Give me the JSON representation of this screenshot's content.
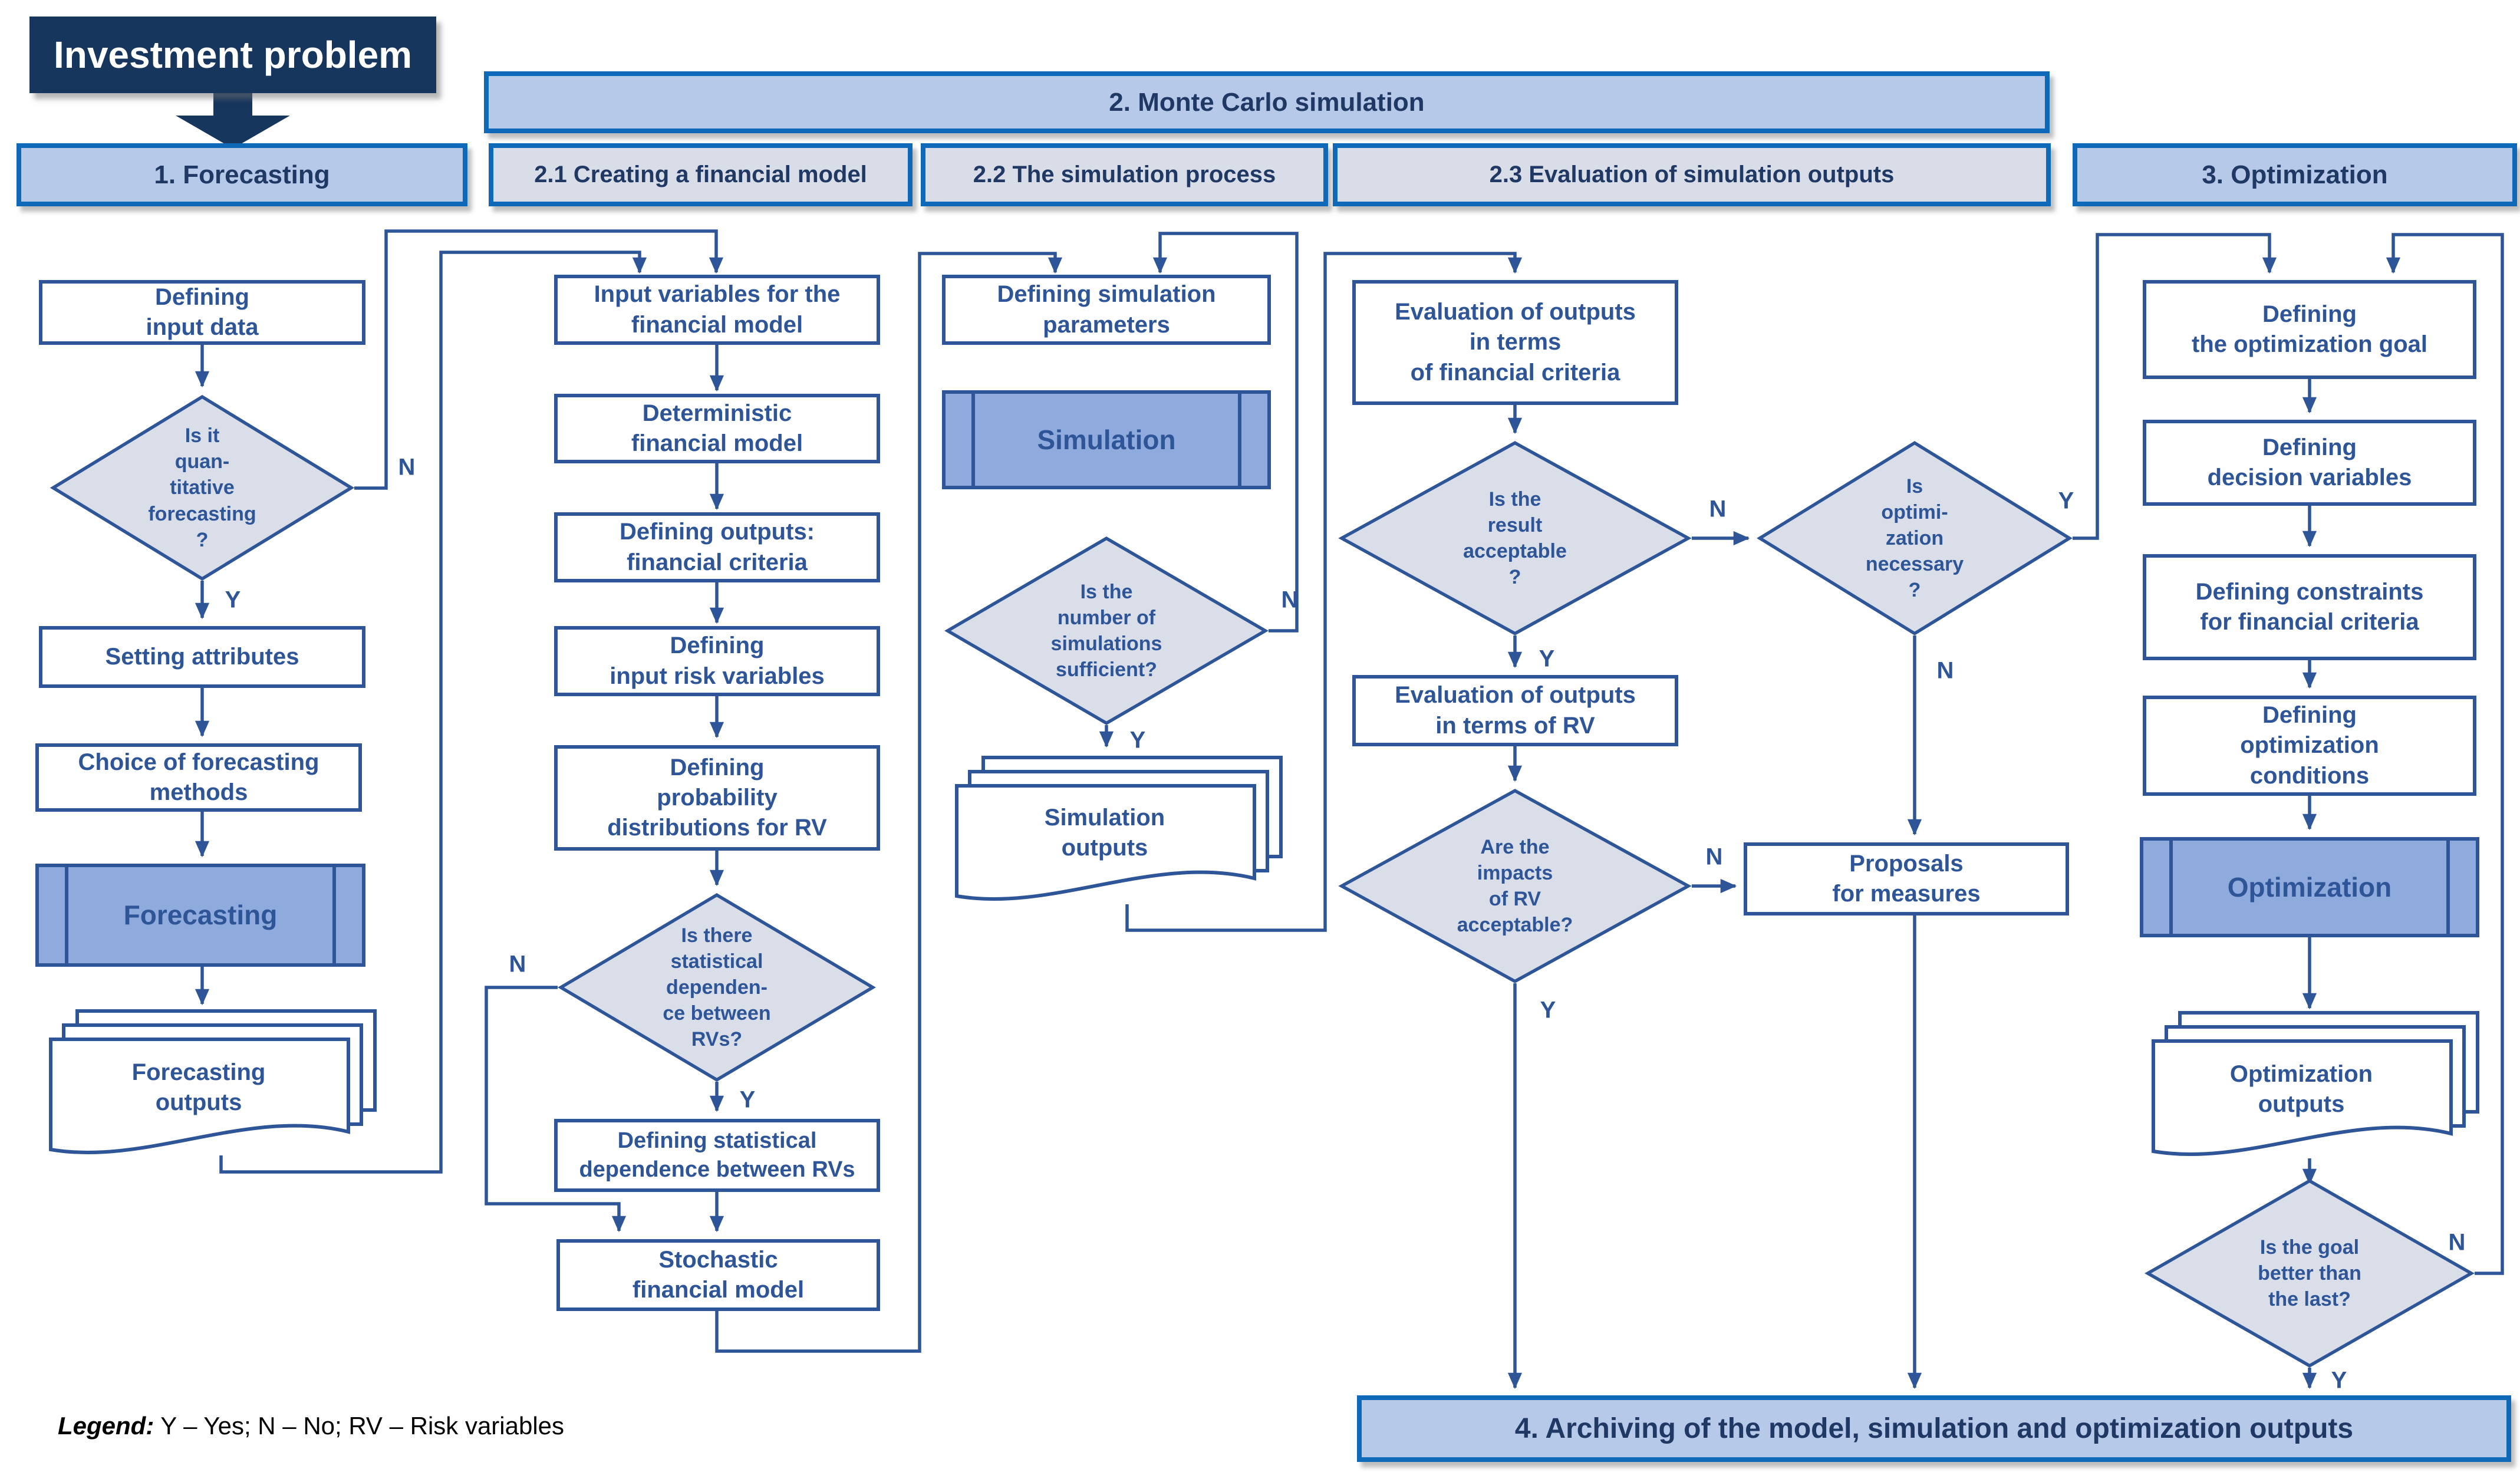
{
  "title": {
    "investment": "Investment problem"
  },
  "headers": {
    "h1": "1. Forecasting",
    "h2": "2. Monte Carlo simulation",
    "h21": "2.1 Creating a financial model",
    "h22": "2.2 The simulation process",
    "h23": "2.3 Evaluation of simulation outputs",
    "h3": "3. Optimization",
    "h4": "4. Archiving of the model, simulation and optimization outputs"
  },
  "nodes": {
    "defining_input_data": {
      "label": "Defining\ninput data",
      "type": "process"
    },
    "is_it_quantitative": {
      "label": "Is it\nquan-\ntitative\nforecasting\n?",
      "type": "decision"
    },
    "setting_attributes": {
      "label": "Setting attributes",
      "type": "process"
    },
    "choice_forecasting_methods": {
      "label": "Choice of forecasting\nmethods",
      "type": "process"
    },
    "forecasting": {
      "label": "Forecasting",
      "type": "subprocess"
    },
    "forecasting_outputs": {
      "label": "Forecasting\noutputs",
      "type": "document"
    },
    "input_variables": {
      "label": "Input variables for the\nfinancial model",
      "type": "process"
    },
    "deterministic_model": {
      "label": "Deterministic\nfinancial model",
      "type": "process"
    },
    "defining_outputs_criteria": {
      "label": "Defining outputs:\nfinancial criteria",
      "type": "process"
    },
    "defining_input_risk": {
      "label": "Defining\ninput risk variables",
      "type": "process"
    },
    "defining_prob_dist": {
      "label": "Defining\nprobability\ndistributions for RV",
      "type": "process"
    },
    "is_there_dependence": {
      "label": "Is there\nstatistical\ndependen-\nce between\nRVs?",
      "type": "decision"
    },
    "defining_stat_dependence": {
      "label": "Defining statistical\ndependence between RVs",
      "type": "process"
    },
    "stochastic_model": {
      "label": "Stochastic\nfinancial model",
      "type": "process"
    },
    "defining_sim_parameters": {
      "label": "Defining simulation\nparameters",
      "type": "process"
    },
    "simulation": {
      "label": "Simulation",
      "type": "subprocess"
    },
    "is_number_sufficient": {
      "label": "Is the\nnumber of\nsimulations\nsufficient?",
      "type": "decision"
    },
    "simulation_outputs": {
      "label": "Simulation\noutputs",
      "type": "document"
    },
    "eval_financial_criteria": {
      "label": "Evaluation of outputs\nin terms\nof financial criteria",
      "type": "process"
    },
    "is_result_acceptable": {
      "label": "Is the\nresult\nacceptable\n?",
      "type": "decision"
    },
    "eval_rv": {
      "label": "Evaluation of outputs\nin terms of RV",
      "type": "process"
    },
    "are_impacts_acceptable": {
      "label": "Are the\nimpacts\nof RV\nacceptable?",
      "type": "decision"
    },
    "is_optimization_necessary": {
      "label": "Is\noptimi-\nzation\nnecessary\n?",
      "type": "decision"
    },
    "proposals_for_measures": {
      "label": "Proposals\nfor measures",
      "type": "process"
    },
    "defining_opt_goal": {
      "label": "Defining\nthe optimization goal",
      "type": "process"
    },
    "defining_decision_vars": {
      "label": "Defining\ndecision variables",
      "type": "process"
    },
    "defining_constraints": {
      "label": "Defining constraints\nfor financial criteria",
      "type": "process"
    },
    "defining_opt_conditions": {
      "label": "Defining\noptimization\nconditions",
      "type": "process"
    },
    "optimization": {
      "label": "Optimization",
      "type": "subprocess"
    },
    "optimization_outputs": {
      "label": "Optimization\noutputs",
      "type": "document"
    },
    "is_goal_better": {
      "label": "Is the goal\nbetter than\nthe last?",
      "type": "decision"
    }
  },
  "branch_labels": {
    "y": "Y",
    "n": "N"
  },
  "legend": {
    "prefix": "Legend:",
    "text": " Y – Yes; N – No;  RV – Risk variables"
  },
  "colors": {
    "navy": "#17365D",
    "line": "#2E5597",
    "headerfill": "#B7C9E9",
    "subfill": "#D8DDE8",
    "diamondfill": "#D9DEE9",
    "spfill": "#8FAADC",
    "headerborder": "#0E6AB8",
    "headertext": "#1F3864",
    "boxtext": "#2E5597"
  }
}
